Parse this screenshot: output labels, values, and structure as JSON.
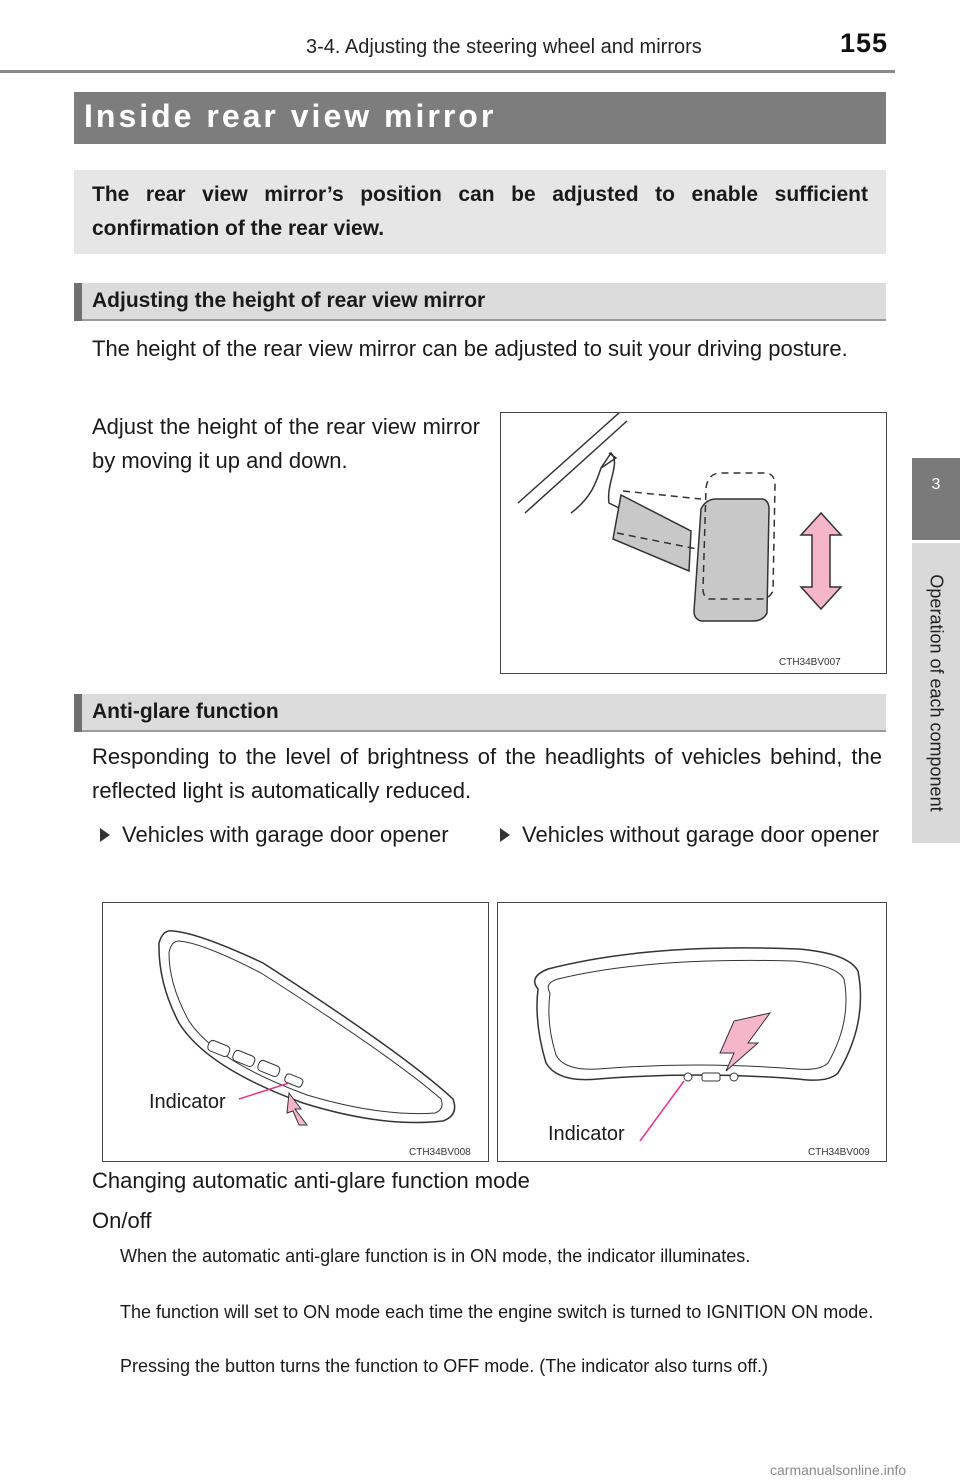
{
  "header": {
    "section_title": "3-4. Adjusting the steering wheel and mirrors",
    "page_number": "155"
  },
  "side_tab": {
    "chapter_number": "3",
    "chapter_title": "Operation of each component"
  },
  "page_title": "Inside rear view mirror",
  "summary": "The rear view mirror’s position can be adjusted to enable sufficient confirmation of the rear view.",
  "height_section": {
    "heading": "Adjusting the height of rear view mirror",
    "paragraph": "The height of the rear view mirror can be adjusted to suit your driving posture.",
    "instruction": "Adjust the height of the rear view mirror by moving it up and down.",
    "figure_code": "CTH34BV007"
  },
  "anti_glare_section": {
    "heading": "Anti-glare function",
    "paragraph": "Responding to the level of brightness of the headlights of vehicles behind, the reflected light is automatically reduced.",
    "variant_left": "Vehicles with garage door opener",
    "variant_right": "Vehicles without garage door opener",
    "figure_left": {
      "label": "Indicator",
      "code": "CTH34BV008"
    },
    "figure_right": {
      "label": "Indicator",
      "code": "CTH34BV009"
    },
    "mode_heading": "Changing automatic anti-glare function mode",
    "onoff_heading": "On/off",
    "note1": "When the automatic anti-glare function is in ON mode, the indicator illuminates.",
    "note2": "The function will set to ON mode each time the engine switch is turned to IGNITION ON mode.",
    "note3": "Pressing the button turns the function to OFF mode. (The indicator also turns off.)"
  },
  "footer": {
    "watermark": "carmanualsonline.info"
  },
  "colors": {
    "title_bar": "#7d7d7d",
    "sub_head": "#dcdcdc",
    "summary_box": "#e6e6e6",
    "arrow_fill": "#f4b6c8",
    "indicator_line": "#e8358a"
  }
}
